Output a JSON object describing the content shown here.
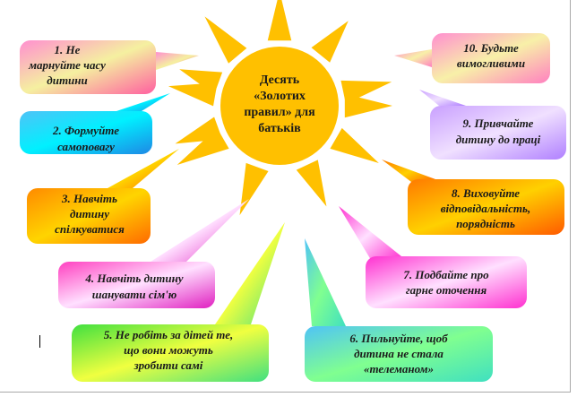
{
  "center": {
    "lines": [
      "Десять",
      "«Золотих",
      "правил» для",
      "батьків"
    ],
    "color": "#ffc000"
  },
  "rules": [
    {
      "id": "rule-1",
      "lines": [
        "1.    Не",
        "марнуйте часу",
        "дитини"
      ],
      "gradient": [
        "#ff8fd0",
        "#f5f0a0",
        "#ff5fa0"
      ]
    },
    {
      "id": "rule-2",
      "lines": [
        "2. Формуйте",
        "самоповагу"
      ],
      "gradient": [
        "#4fc3f7",
        "#00f0ff",
        "#1e88e5"
      ]
    },
    {
      "id": "rule-3",
      "lines": [
        "3. Навчіть",
        "дитину",
        "спілкуватися"
      ],
      "gradient": [
        "#ff8a00",
        "#ffd400",
        "#ff6a00"
      ]
    },
    {
      "id": "rule-4",
      "lines": [
        "4. Навчіть дитину",
        "шанувати сім'ю"
      ],
      "gradient": [
        "#ff40c0",
        "#ffe0ff",
        "#e020c0"
      ]
    },
    {
      "id": "rule-5",
      "lines": [
        "5. Не робіть за дітей те,",
        "що вони можуть",
        "зробити самі"
      ],
      "gradient": [
        "#40e040",
        "#f0ff40",
        "#40e080"
      ]
    },
    {
      "id": "rule-6",
      "lines": [
        "6. Пильнуйте, щоб",
        "дитина не стала",
        "«телеманом»"
      ],
      "gradient": [
        "#4fc3f7",
        "#80ff90",
        "#40e0c0"
      ]
    },
    {
      "id": "rule-7",
      "lines": [
        "7. Подбайте про",
        "гарне оточення"
      ],
      "gradient": [
        "#ff30d0",
        "#ffe0ff",
        "#ff30d0"
      ]
    },
    {
      "id": "rule-8",
      "lines": [
        "8. Виховуйте",
        "відповідальність,",
        "порядність"
      ],
      "gradient": [
        "#ff7a00",
        "#ffd000",
        "#ff5a00"
      ]
    },
    {
      "id": "rule-9",
      "lines": [
        "9. Привчайте",
        "дитину до праці"
      ],
      "gradient": [
        "#c9a0ff",
        "#f0e0ff",
        "#b080ff"
      ]
    },
    {
      "id": "rule-10",
      "lines": [
        "10. Будьте",
        "вимогливими"
      ],
      "gradient": [
        "#ff8fd0",
        "#f8f0a8",
        "#ff80c0"
      ]
    }
  ]
}
